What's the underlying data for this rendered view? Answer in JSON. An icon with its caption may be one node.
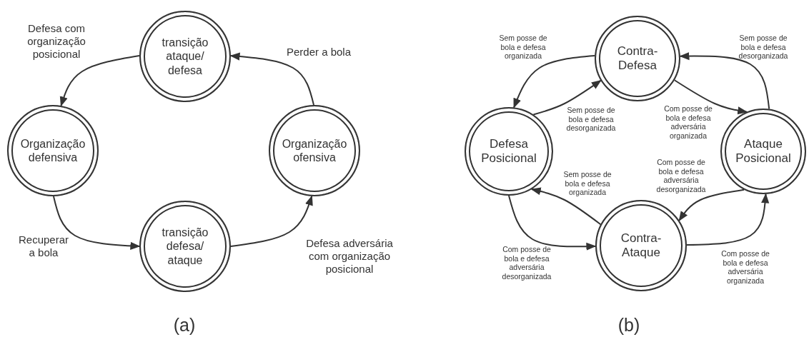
{
  "diagram": {
    "nodes": [
      {
        "text": [
          "transição ataque/ defesa"
        ]
      },
      {
        "text": [
          "Organização defensiva"
        ]
      },
      {
        "text": [
          "Organização ofensiva"
        ]
      },
      {
        "text": [
          "transição defesa/ ataque"
        ]
      },
      {
        "text": [
          "Contra- Defesa"
        ]
      },
      {
        "text": [
          "Defesa Posicional"
        ]
      },
      {
        "text": [
          "Ataque Posicional"
        ]
      },
      {
        "text": [
          "Contra- Ataque"
        ]
      }
    ],
    "edges": [
      {
        "from": 0,
        "to": 1,
        "arrow": "to",
        "label": "Defesa com organização posicional"
      },
      {
        "from": 1,
        "to": 3,
        "arrow": "to",
        "label": "Recuperar a bola"
      },
      {
        "from": 3,
        "to": 2,
        "arrow": "to",
        "label": "Defesa adversária com organização posicional"
      },
      {
        "from": 2,
        "to": 0,
        "arrow": "to",
        "label": "Perder a bola"
      },
      {
        "from": 4,
        "to": 5,
        "arrow": "to",
        "label": "Sem posse de bola e defesa organizada"
      },
      {
        "from": 5,
        "to": 4,
        "arrow": "to",
        "label": "Sem posse de bola e defesa desorganizada"
      },
      {
        "from": 4,
        "to": 6,
        "arrow": "to",
        "label": "Com posse de bola e defesa adversária organizada"
      },
      {
        "from": 6,
        "to": 4,
        "arrow": "to",
        "label": "Sem posse de bola e defesa desorganizada"
      },
      {
        "from": 7,
        "to": 5,
        "arrow": "to",
        "label": "Sem posse de bola e defesa organizada"
      },
      {
        "from": 5,
        "to": 7,
        "arrow": "to",
        "label": "Com posse de bola e defesa adversária desorganizada"
      },
      {
        "from": 6,
        "to": 7,
        "arrow": "to",
        "label": "Com posse de bola e defesa adversária desorganizada"
      },
      {
        "from": 7,
        "to": 6,
        "arrow": "to",
        "label": "Com posse de bola e defesa adversária organizada"
      }
    ],
    "labels": [
      "(a)",
      "(b)"
    ]
  }
}
